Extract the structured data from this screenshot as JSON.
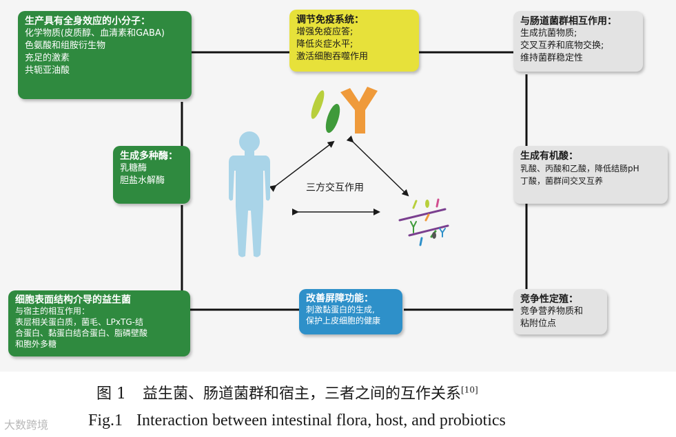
{
  "boxes": {
    "small_molecules": {
      "title": "生产具有全身效应的小分子：",
      "lines": [
        "化学物质(皮质醇、血清素和GABA)",
        "色氨酸和组胺衍生物",
        "充足的激素",
        "共轭亚油酸"
      ]
    },
    "immune": {
      "title": "调节免疫系统：",
      "lines": [
        "增强免疫应答;",
        "降低炎症水平;",
        "激活细胞吞噬作用"
      ]
    },
    "microbiota": {
      "title": "与肠道菌群相互作用：",
      "lines": [
        "生成抗菌物质;",
        "交叉互养和底物交换;",
        "维持菌群稳定性"
      ]
    },
    "enzymes": {
      "title": "生成多种酶：",
      "lines": [
        "乳糖酶",
        "胆盐水解酶"
      ]
    },
    "organic_acids": {
      "title": "生成有机酸：",
      "lines": [
        "乳酸、丙酸和乙酸，降低结肠pH",
        "丁酸，菌群间交叉互养"
      ]
    },
    "surface_structure": {
      "title": "细胞表面结构介导的益生菌",
      "lines": [
        "与宿主的相互作用：",
        "表层相关蛋白质，菌毛、LPxTG-结",
        "合蛋白、黏蛋白结合蛋白、脂磷壁酸",
        "和胞外多糖"
      ]
    },
    "barrier": {
      "title": "改善屏障功能：",
      "lines": [
        "刺激黏蛋白的生成,",
        "保护上皮细胞的健康"
      ]
    },
    "competition": {
      "title": "竞争性定殖：",
      "lines": [
        "竞争营养物质和",
        "粘附位点"
      ]
    }
  },
  "center_label": "三方交互作用",
  "caption": {
    "cn_number": "图 1",
    "cn_text": "益生菌、肠道菌群和宿主，三者之间的互作关系",
    "cn_ref": "[10]",
    "en_number": "Fig.1",
    "en_text": "Interaction between intestinal flora, host, and probiotics"
  },
  "watermark": "大数跨境",
  "icons": [
    "human-figure-icon",
    "antibody-icon",
    "bacteria-icon"
  ],
  "colors": {
    "green": "#2f8a3f",
    "yellow": "#e7e13a",
    "grey": "#e3e3e3",
    "blue": "#2e90c9",
    "human": "#a9d4e8",
    "antibody_orange": "#ef9a3a",
    "antibody_green": "#3f9a3a",
    "antibody_lime": "#b8cf3c"
  }
}
